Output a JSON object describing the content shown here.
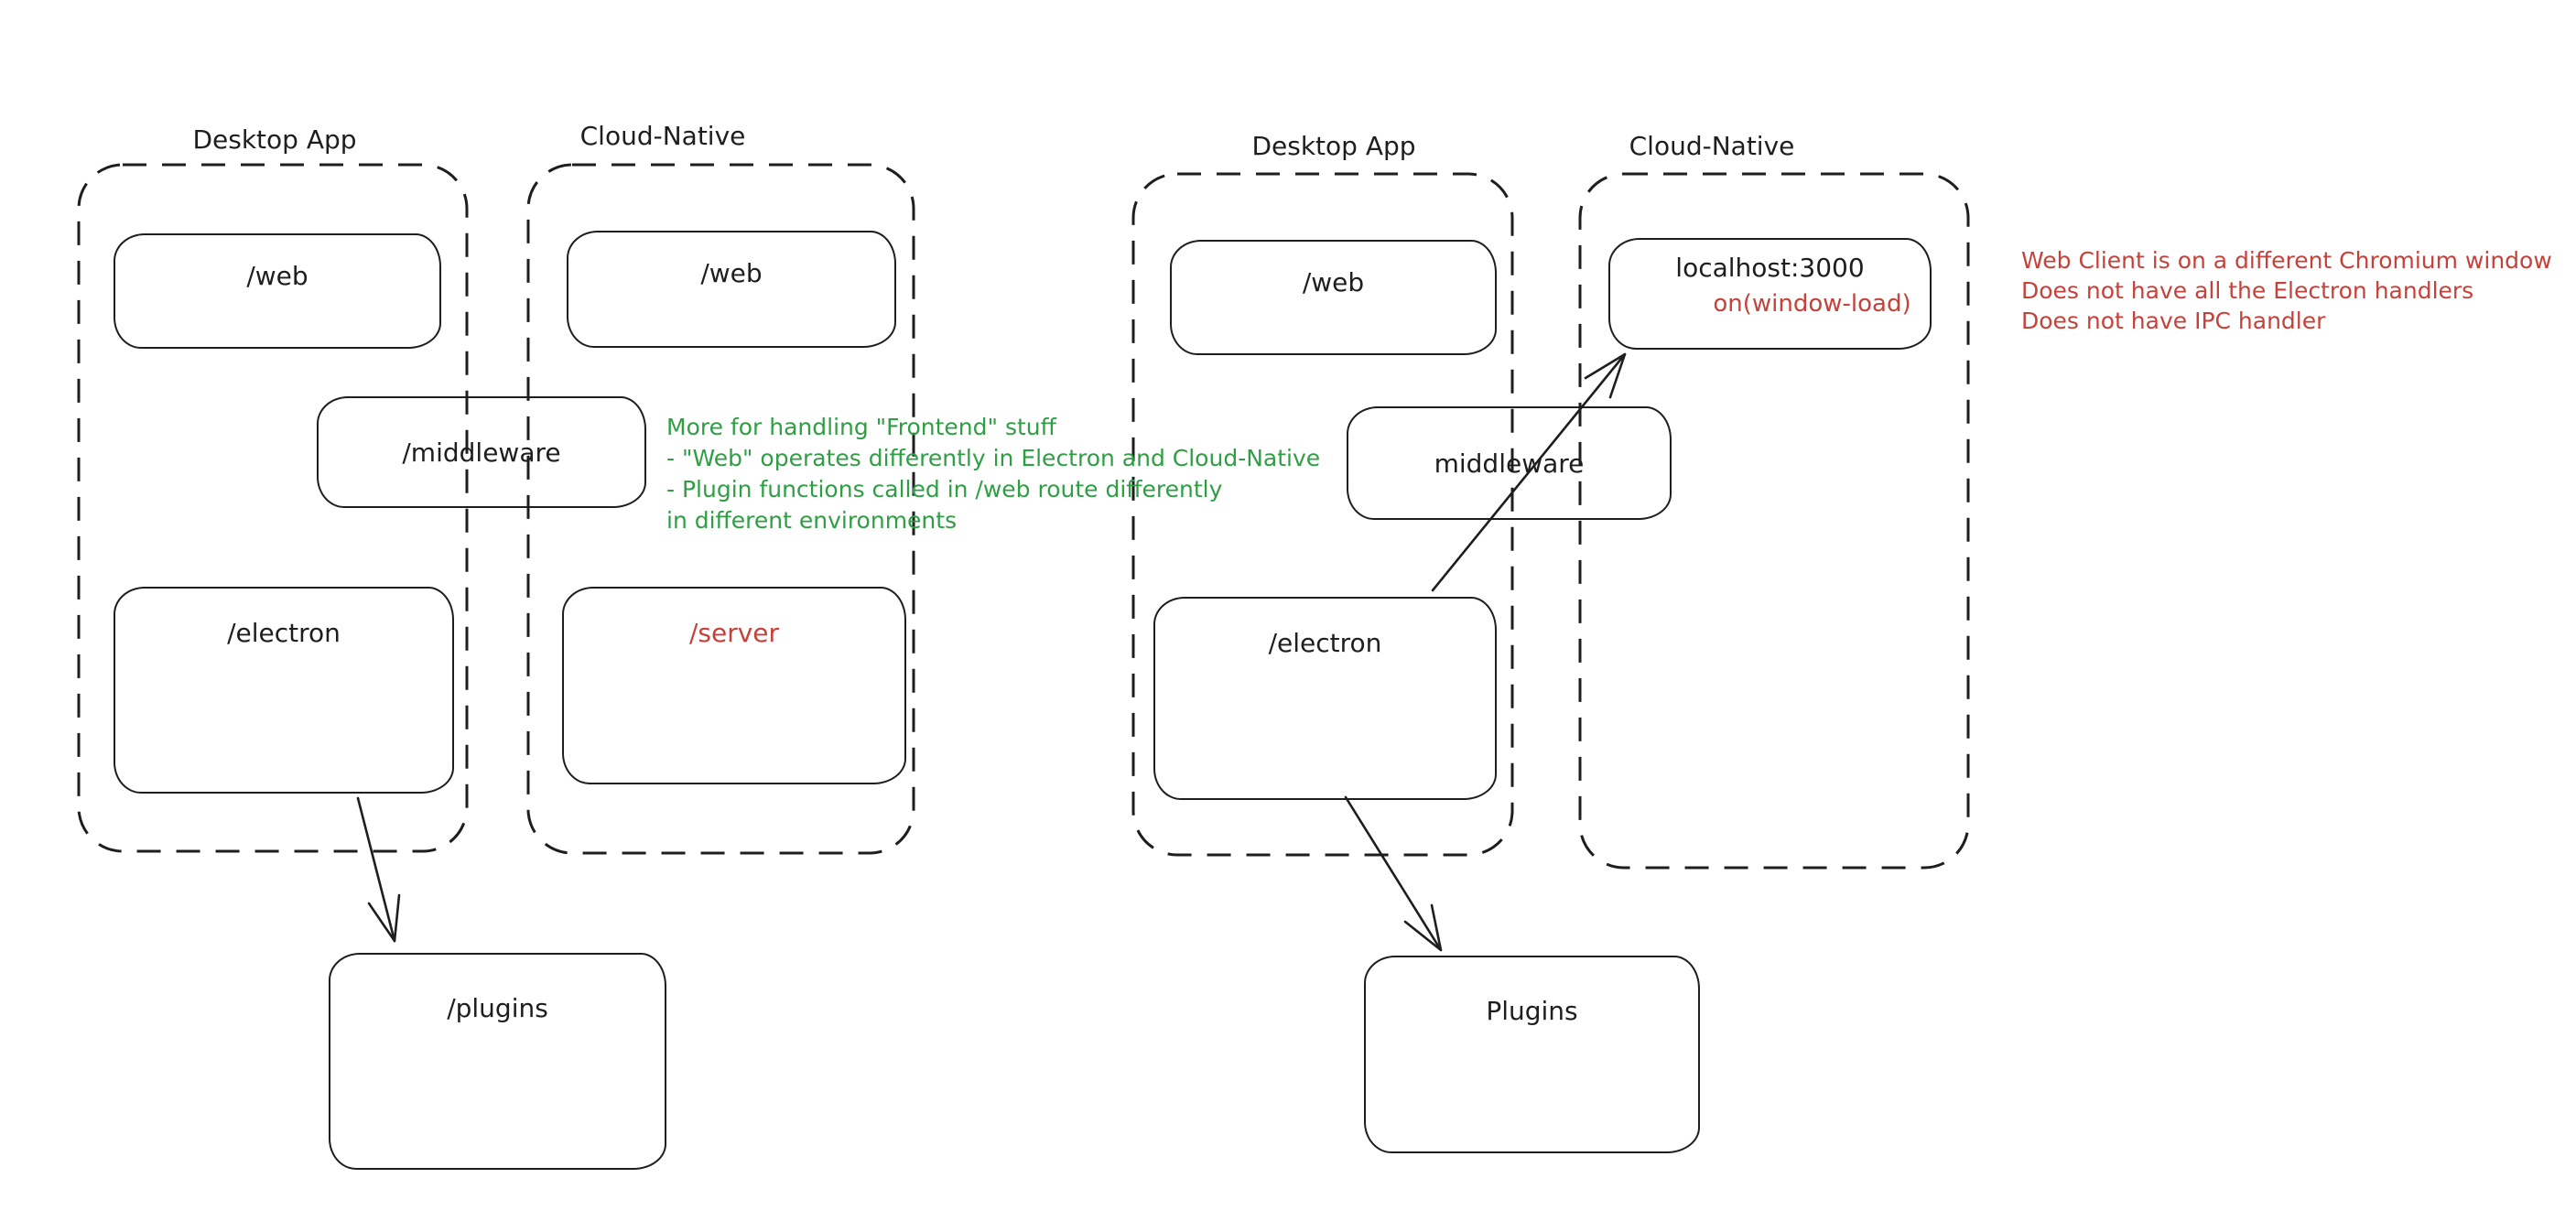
{
  "colors": {
    "stroke": "#1e1e1e",
    "green": "#2f9e44",
    "red": "#c5423b",
    "background": "#ffffff"
  },
  "diagram": {
    "left": {
      "desktop_label": "Desktop App",
      "cloud_label": "Cloud-Native",
      "desktop_web": "/web",
      "cloud_web": "/web",
      "middleware": "/middleware",
      "electron": "/electron",
      "server": "/server",
      "plugins": "/plugins",
      "note": [
        "More for handling \"Frontend\" stuff",
        "- \"Web\" operates differently in Electron and Cloud-Native",
        "- Plugin functions called in /web route differently",
        "in different environments"
      ]
    },
    "right": {
      "desktop_label": "Desktop App",
      "cloud_label": "Cloud-Native",
      "desktop_web": "/web",
      "middleware": "middleware",
      "electron": "/electron",
      "localhost_title": "localhost:3000",
      "localhost_sub": "on(window-load)",
      "plugins": "Plugins",
      "note": [
        "Web Client is on a different Chromium window",
        "Does not have all the Electron handlers",
        "Does not have IPC handler"
      ]
    }
  }
}
